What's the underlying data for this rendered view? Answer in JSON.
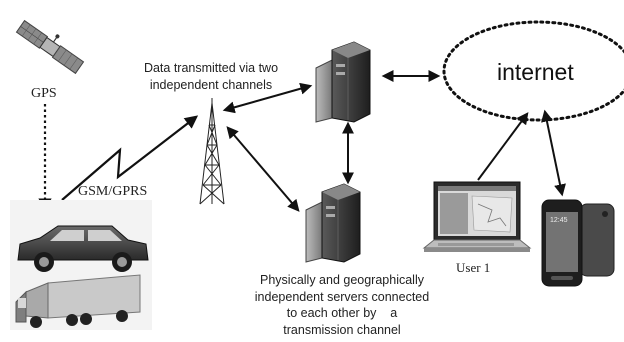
{
  "labels": {
    "gps": "GPS",
    "data_transmitted": "Data transmitted via two\nindependent channels",
    "internet": "internet",
    "gsm_gprs": "GSM/GPRS",
    "user1": "User 1",
    "servers_caption": "Physically and geographically\nindependent servers connected\nto each other by    a\ntransmission channel"
  },
  "colors": {
    "line": "#111111",
    "server_dark": "#2b2b2b",
    "server_light": "#d0d0d0",
    "truck_cargo": "#c9c9c9",
    "car_body": "#3a3a3a"
  },
  "icons": [
    "satellite-icon",
    "tower-icon",
    "server-top-icon",
    "server-bottom-icon",
    "laptop-icon",
    "smartphone-icon",
    "car-icon",
    "truck-icon",
    "cloud-icon"
  ]
}
